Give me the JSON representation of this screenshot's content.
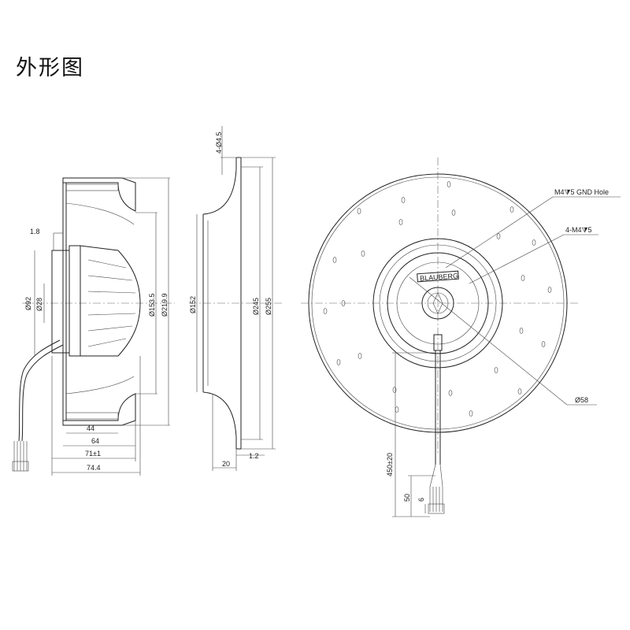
{
  "title": "外形图",
  "side_view": {
    "d_1_8": "1.8",
    "d_92": "Ø92",
    "d_28": "Ø28",
    "d_153_5": "Ø153.5",
    "d_219_9": "Ø219.9",
    "d_44": "44",
    "d_64": "64",
    "d_71": "71±1",
    "d_74_4": "74.4"
  },
  "section_view": {
    "d_holes": "4-Ø4.5",
    "d_152": "Ø152",
    "d_245": "Ø245",
    "d_255": "Ø255",
    "d_1_2": "1.2",
    "d_20": "20"
  },
  "front_view": {
    "gnd_hole": "M4⧩5 GND  Hole",
    "m4": "4-M4⧩5",
    "d_58": "Ø58",
    "brand": "BLAUBERG",
    "cable_450": "450±20",
    "d_50": "50",
    "d_6": "6"
  }
}
